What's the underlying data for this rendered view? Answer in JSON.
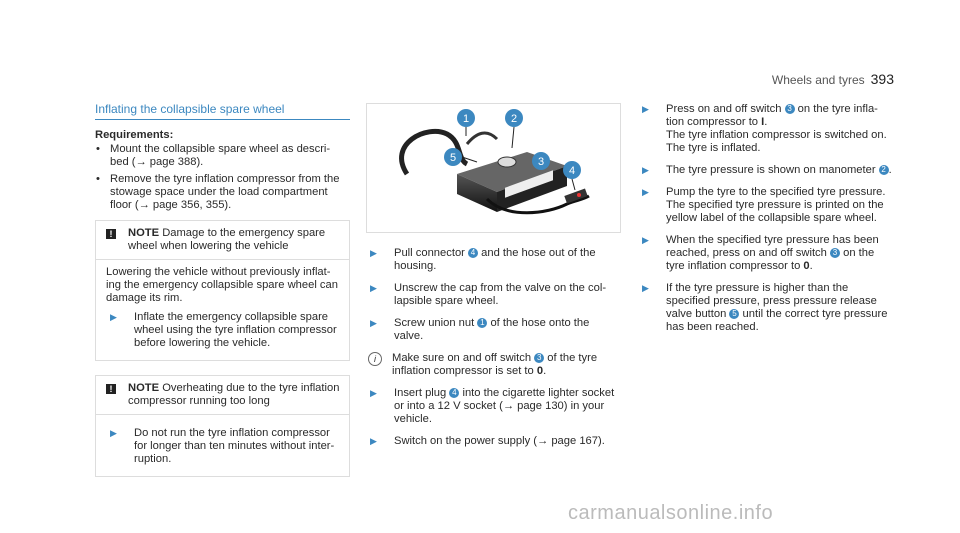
{
  "header": {
    "section": "Wheels and tyres",
    "page": "393"
  },
  "left": {
    "title": "Inflating the collapsible spare wheel",
    "requirements_label": "Requirements:",
    "requirements": [
      "Mount the collapsible spare wheel as descri- bed (→ page 388).",
      "Remove the tyre inflation compressor from the stowage space under the load compartment floor (→ page 356, 355)."
    ],
    "note1": {
      "label": "NOTE",
      "heading": "Damage to the emergency spare wheel when lowering the vehicle",
      "body": "Lowering the vehicle without previously inflat- ing the emergency collapsible spare wheel can damage its rim.",
      "step": "Inflate the emergency collapsible spare wheel using the tyre inflation compressor before lowering the vehicle."
    },
    "note2": {
      "label": "NOTE",
      "heading": "Overheating due to the tyre inflation compressor running too long",
      "step": "Do not run the tyre inflation compressor for longer than ten minutes without inter- ruption."
    }
  },
  "figure": {
    "callouts": [
      "1",
      "2",
      "3",
      "4",
      "5"
    ]
  },
  "middle": {
    "steps": [
      {
        "pre": "Pull connector ",
        "num": "4",
        "post": " and the hose out of the housing."
      },
      {
        "pre": "Unscrew the cap from the valve on the col- lapsible spare wheel.",
        "num": "",
        "post": ""
      },
      {
        "pre": "Screw union nut ",
        "num": "1",
        "post": " of the hose onto the valve."
      }
    ],
    "info": {
      "pre": "Make sure on and off switch ",
      "num": "3",
      "mid": " of the tyre inflation compressor is set to ",
      "bold": "0",
      "post": "."
    },
    "steps2": [
      {
        "pre": "Insert plug ",
        "num": "4",
        "post": " into the cigarette lighter socket or into a 12 V socket (→ page 130) in your vehicle."
      },
      {
        "pre": "Switch on the power supply (→ page 167).",
        "num": "",
        "post": ""
      }
    ]
  },
  "right": {
    "s1": {
      "pre": "Press on and off switch ",
      "num": "3",
      "mid": " on the tyre infla- tion compressor to ",
      "bold": "I",
      "post": ".",
      "extra": "The tyre inflation compressor is switched on. The tyre is inflated."
    },
    "s2": {
      "pre": "The tyre pressure is shown on manometer ",
      "num": "2",
      "post": "."
    },
    "s3": {
      "pre": "Pump the tyre to the specified tyre pressure. The specified tyre pressure is printed on the yellow label of the collapsible spare wheel."
    },
    "s4": {
      "pre": "When the specified tyre pressure has been reached, press on and off switch ",
      "num": "3",
      "mid": " on the tyre inflation compressor to ",
      "bold": "0",
      "post": "."
    },
    "s5": {
      "pre": "If the tyre pressure is higher than the specified pressure, press pressure release valve button ",
      "num": "5",
      "post": " until the correct tyre pressure has been reached."
    }
  },
  "watermark": "carmanualsonline.info",
  "colors": {
    "accent": "#3c88c0"
  },
  "icons": {
    "arrow": "▶",
    "warning": "!",
    "info": "i"
  }
}
